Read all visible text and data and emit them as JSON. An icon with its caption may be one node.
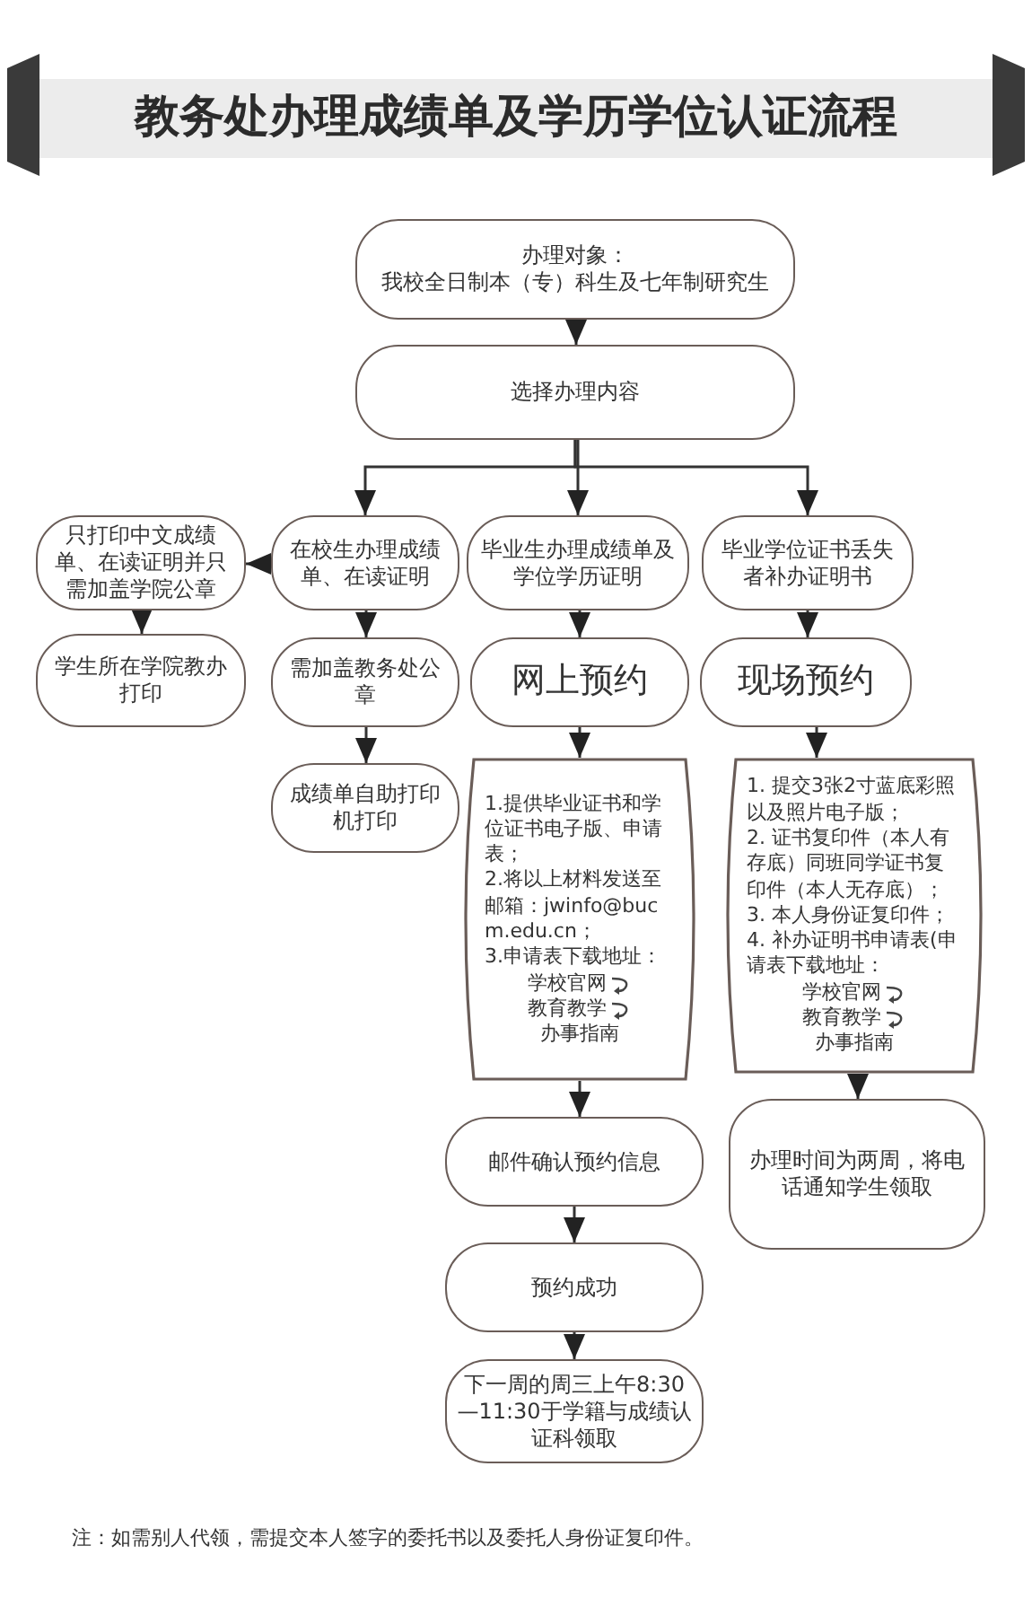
{
  "diagram": {
    "title": "教务处办理成绩单及学历学位认证流程",
    "caption": "注：如需别人代领，需提交本人签字的委托书以及委托人身份证复印件。",
    "nodes": [
      {
        "text": [
          "办理对象：",
          "我校全日制本（专）科生及七年制研究生"
        ]
      },
      {
        "text": [
          "选择办理内容"
        ]
      },
      {
        "text": [
          "只打印中文成绩单、在读证明并只需加盖学院公章"
        ]
      },
      {
        "text": [
          "在校生办理成绩单、在读证明"
        ]
      },
      {
        "text": [
          "毕业生办理成绩单及学位学历证明"
        ]
      },
      {
        "text": [
          "毕业学位证书丢失者补办证明书"
        ]
      },
      {
        "text": [
          "学生所在学院教办打印"
        ]
      },
      {
        "text": [
          "需加盖教务处公章"
        ]
      },
      {
        "text": [
          "网上预约"
        ]
      },
      {
        "text": [
          "现场预约"
        ]
      },
      {
        "text": [
          "成绩单自助打印机打印"
        ]
      },
      {
        "text": [
          "1.提供毕业证书和学位证书电子版、申请表；",
          "2.将以上材料发送至邮箱：jwinfo@bucm.edu.cn；",
          "3.申请表下载地址：",
          "学校官网",
          "教育教学",
          "办事指南"
        ]
      },
      {
        "text": [
          "1. 提交3张2寸蓝底彩照以及照片电子版；",
          "2. 证书复印件（本人有存底）同班同学证书复印件（本人无存底）；",
          "3. 本人身份证复印件；",
          "4. 补办证明书申请表(申请表下载地址：",
          "学校官网",
          "教育教学",
          "办事指南"
        ]
      },
      {
        "text": [
          "邮件确认预约信息"
        ]
      },
      {
        "text": [
          "办理时间为两周，将电话通知学生领取"
        ]
      },
      {
        "text": [
          "预约成功"
        ]
      },
      {
        "text": [
          "下一周的周三上午8:30—11:30于学籍与成绩认证科领取"
        ]
      }
    ],
    "edges": [
      {
        "from": 0,
        "to": 1,
        "arrow": "to"
      },
      {
        "from": 1,
        "to": 3,
        "arrow": "to"
      },
      {
        "from": 1,
        "to": 4,
        "arrow": "to"
      },
      {
        "from": 1,
        "to": 5,
        "arrow": "to"
      },
      {
        "from": 3,
        "to": 2,
        "arrow": "to"
      },
      {
        "from": 2,
        "to": 6,
        "arrow": "to"
      },
      {
        "from": 3,
        "to": 7,
        "arrow": "to"
      },
      {
        "from": 7,
        "to": 10,
        "arrow": "to"
      },
      {
        "from": 4,
        "to": 8,
        "arrow": "to"
      },
      {
        "from": 8,
        "to": 11,
        "arrow": "to"
      },
      {
        "from": 11,
        "to": 13,
        "arrow": "to"
      },
      {
        "from": 13,
        "to": 15,
        "arrow": "to"
      },
      {
        "from": 15,
        "to": 16,
        "arrow": "to"
      },
      {
        "from": 5,
        "to": 9,
        "arrow": "to"
      },
      {
        "from": 9,
        "to": 12,
        "arrow": "to"
      },
      {
        "from": 12,
        "to": 14,
        "arrow": "to"
      }
    ]
  }
}
